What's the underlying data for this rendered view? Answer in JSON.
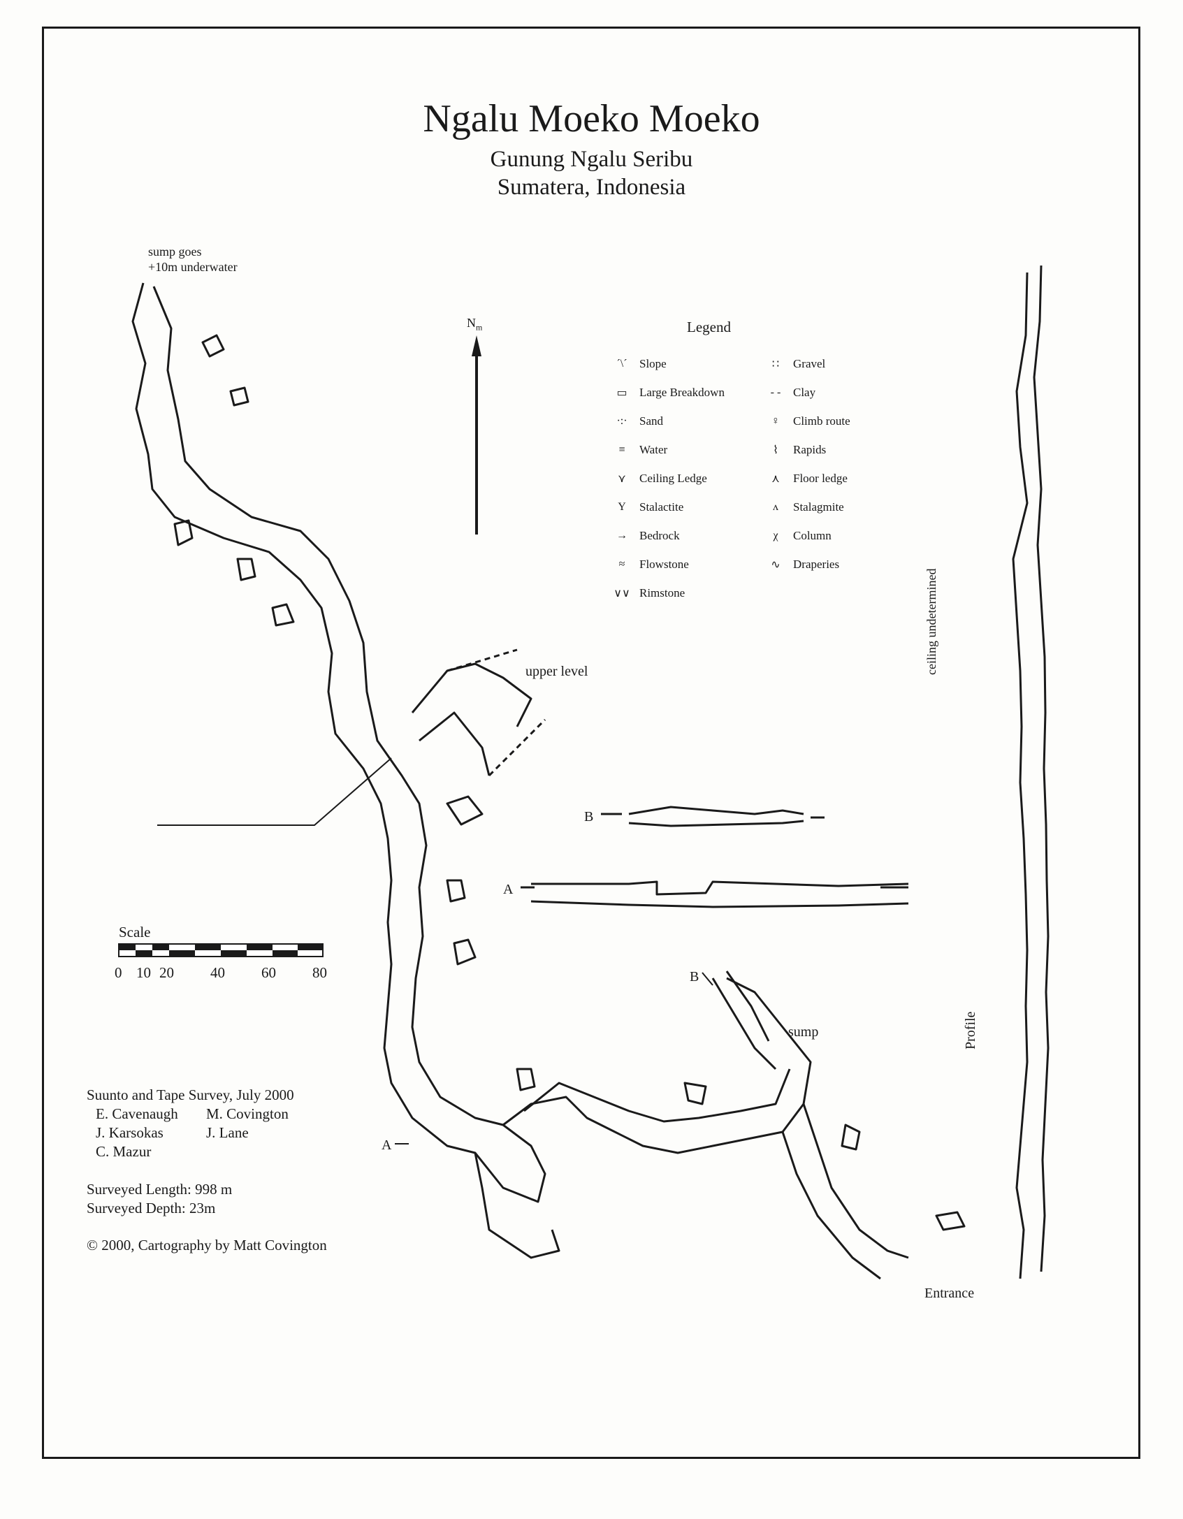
{
  "header": {
    "title": "Ngalu Moeko Moeko",
    "subtitle_1": "Gunung Ngalu Seribu",
    "subtitle_2": "Sumatera, Indonesia"
  },
  "annotations": {
    "sump_goes_1": "sump goes",
    "sump_goes_2": "+10m underwater",
    "upper_level": "upper level",
    "sump": "sump",
    "entrance": "Entrance",
    "ceiling_undetermined": "ceiling undetermined",
    "profile": "Profile",
    "section_b_label": "B",
    "section_a_label": "A",
    "plan_b_label": "B",
    "plan_a_label": "A"
  },
  "north_arrow": {
    "label": "N",
    "subscript": "m"
  },
  "legend": {
    "title": "Legend",
    "left_items": [
      {
        "symbol": "´\\´",
        "icon": "slope-icon",
        "label": "Slope"
      },
      {
        "symbol": "▭",
        "icon": "large-breakdown-icon",
        "label": "Large Breakdown"
      },
      {
        "symbol": "·:·",
        "icon": "sand-icon",
        "label": "Sand"
      },
      {
        "symbol": "≡",
        "icon": "water-icon",
        "label": "Water"
      },
      {
        "symbol": "⋎",
        "icon": "ceiling-ledge-icon",
        "label": "Ceiling Ledge"
      },
      {
        "symbol": "Y",
        "icon": "stalactite-icon",
        "label": "Stalactite"
      },
      {
        "symbol": "→",
        "icon": "bedrock-icon",
        "label": "Bedrock"
      },
      {
        "symbol": "≈",
        "icon": "flowstone-icon",
        "label": "Flowstone"
      },
      {
        "symbol": "∨∨",
        "icon": "rimstone-icon",
        "label": "Rimstone"
      }
    ],
    "right_items": [
      {
        "symbol": "∷",
        "icon": "gravel-icon",
        "label": "Gravel"
      },
      {
        "symbol": "- -",
        "icon": "clay-icon",
        "label": "Clay"
      },
      {
        "symbol": "♀",
        "icon": "climb-route-icon",
        "label": "Climb route"
      },
      {
        "symbol": "⌇",
        "icon": "rapids-icon",
        "label": "Rapids"
      },
      {
        "symbol": "⋏",
        "icon": "floor-ledge-icon",
        "label": "Floor ledge"
      },
      {
        "symbol": "ʌ",
        "icon": "stalagmite-icon",
        "label": "Stalagmite"
      },
      {
        "symbol": "χ",
        "icon": "column-icon",
        "label": "Column"
      },
      {
        "symbol": "∿",
        "icon": "draperies-icon",
        "label": "Draperies"
      }
    ]
  },
  "scale": {
    "label": "Scale",
    "ticks": [
      "0",
      "10",
      "20",
      "40",
      "60",
      "80"
    ]
  },
  "survey": {
    "line_1": "Suunto and Tape Survey, July 2000",
    "surveyor_1": "E. Cavenaugh",
    "surveyor_2": "M. Covington",
    "surveyor_3": "J. Karsokas",
    "surveyor_4": "J. Lane",
    "surveyor_5": "C. Mazur",
    "length": "Surveyed Length:  998 m",
    "depth": "Surveyed Depth:  23m",
    "copyright": "© 2000, Cartography by Matt Covington"
  }
}
